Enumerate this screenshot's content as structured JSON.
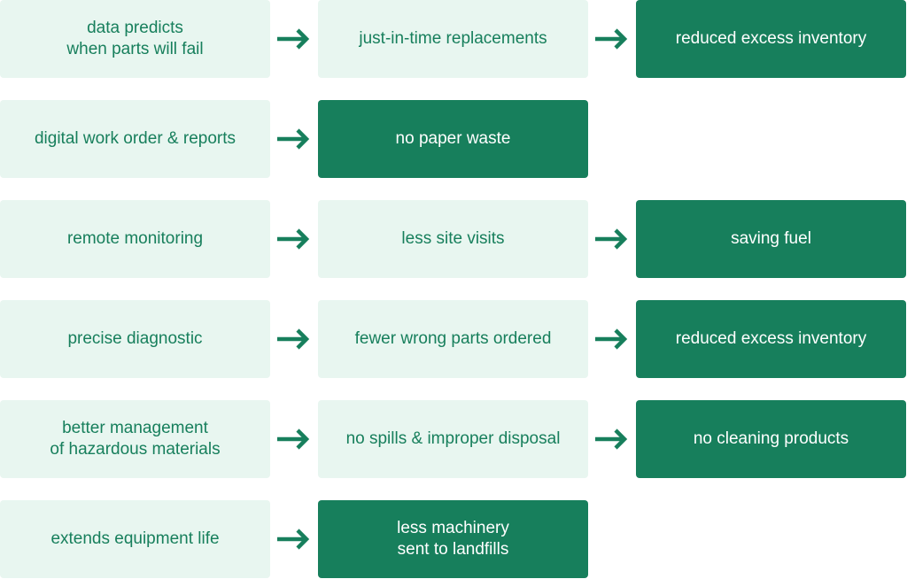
{
  "rows": [
    {
      "steps": [
        {
          "label": "data predicts\nwhen parts will fail",
          "style": "light"
        },
        {
          "label": "just-in-time replacements",
          "style": "light"
        },
        {
          "label": "reduced excess inventory",
          "style": "dark"
        }
      ]
    },
    {
      "steps": [
        {
          "label": "digital work order & reports",
          "style": "light"
        },
        {
          "label": "no paper waste",
          "style": "dark"
        }
      ]
    },
    {
      "steps": [
        {
          "label": "remote monitoring",
          "style": "light"
        },
        {
          "label": "less site visits",
          "style": "light"
        },
        {
          "label": "saving fuel",
          "style": "dark"
        }
      ]
    },
    {
      "steps": [
        {
          "label": "precise diagnostic",
          "style": "light"
        },
        {
          "label": "fewer wrong parts ordered",
          "style": "light"
        },
        {
          "label": "reduced excess inventory",
          "style": "dark"
        }
      ]
    },
    {
      "steps": [
        {
          "label": "better management\nof hazardous materials",
          "style": "light"
        },
        {
          "label": "no spills & improper disposal",
          "style": "light"
        },
        {
          "label": "no cleaning products",
          "style": "dark"
        }
      ]
    },
    {
      "steps": [
        {
          "label": "extends equipment life",
          "style": "light"
        },
        {
          "label": "less machinery\nsent to landfills",
          "style": "dark"
        }
      ]
    }
  ],
  "colors": {
    "light_box": "#e8f6f0",
    "dark_box": "#177f5c",
    "light_text": "#177f5c",
    "dark_text": "#ffffff",
    "arrow": "#177f5c"
  },
  "icons": {
    "connector": "arrow-right-icon"
  }
}
